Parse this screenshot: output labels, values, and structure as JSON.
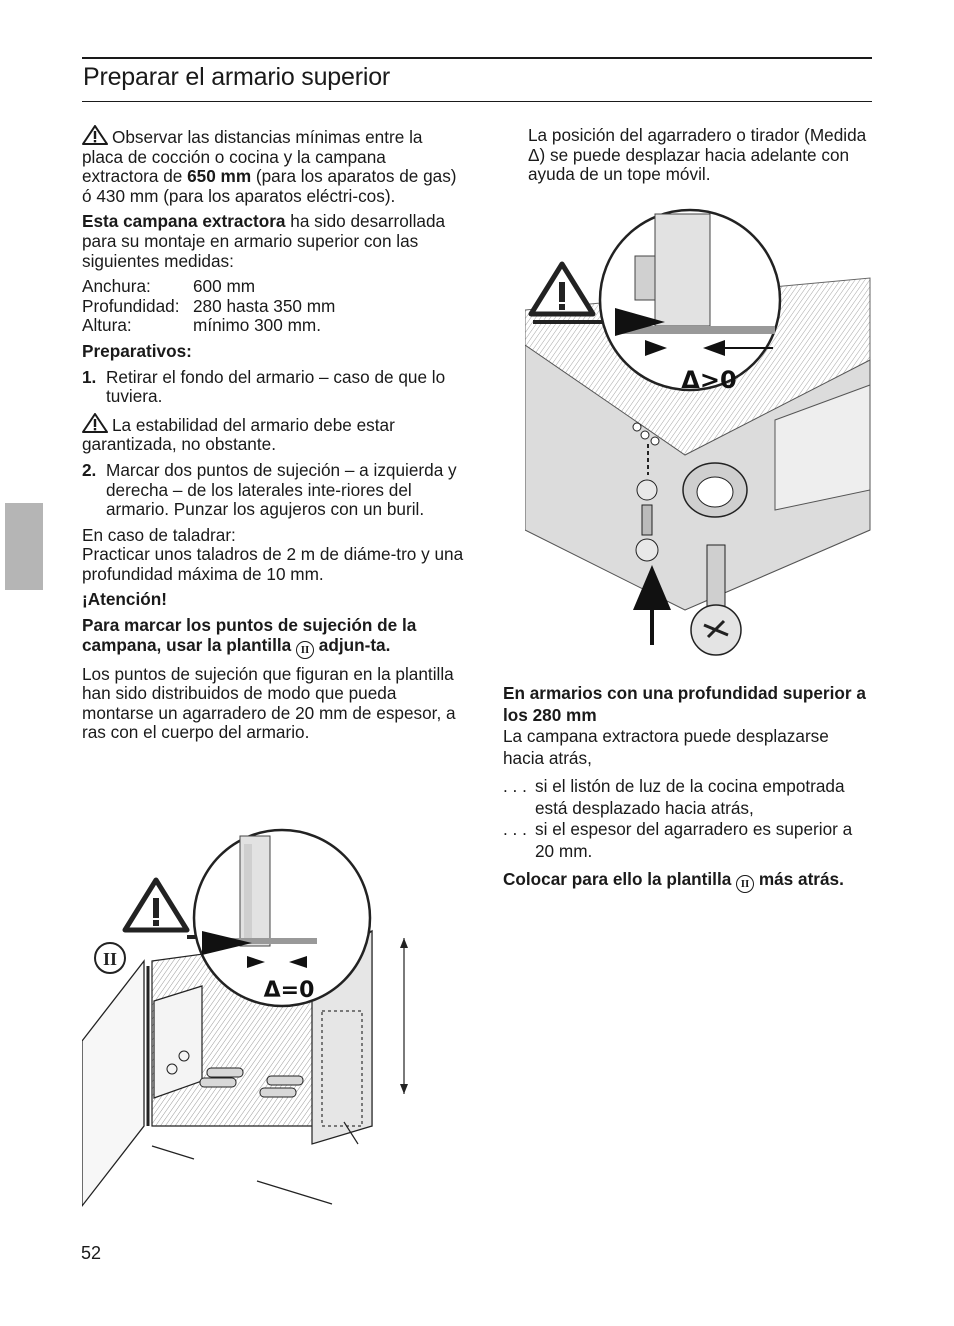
{
  "header": {
    "title": "Preparar el armario superior"
  },
  "left": {
    "warning_text": "Observar las distancias mínimas entre la placa de cocción o cocina y la campana extractora de ",
    "warning_bold": "650 mm",
    "warning_rest": " (para los aparatos de gas) ó 430 mm (para los aparatos eléctri-cos).",
    "intro_bold": "Esta campana extractora",
    "intro_rest": " ha sido desarrollada para su montaje en armario superior con las siguientes medidas:",
    "dims": [
      {
        "k": "Anchura:",
        "v": "600 mm"
      },
      {
        "k": "Profundidad:",
        "v": "280 hasta 350 mm"
      },
      {
        "k": "Altura:",
        "v": "mínimo 300 mm."
      }
    ],
    "prep_heading": "Preparativos:",
    "step1_num": "1.",
    "step1": "Retirar el fondo del armario – caso de que lo tuviera.",
    "stability": "La estabilidad del armario debe estar garantizada, no obstante.",
    "step2_num": "2.",
    "step2": "Marcar dos puntos de sujeción – a izquierda y derecha – de los laterales inte-riores del armario. Punzar los agujeros con un buril.",
    "drill_head": "En caso de taladrar:",
    "drill_text": "Practicar unos taladros de 2 m de diáme-tro y una profundidad máxima de 10 mm.",
    "attention": "¡Atención!",
    "attention_bold_a": "Para marcar los puntos de sujeción de la campana, usar la plantilla ",
    "template_symbol": "II",
    "attention_bold_b": " adjun-ta.",
    "template_text": "Los puntos de sujeción que figuran en la plantilla han sido distribuidos de modo que pueda montarse un agarradero de 20 mm de espesor, a ras con el cuerpo del armario.",
    "figure_label": "Δ=0",
    "figure_marker": "II"
  },
  "right": {
    "intro": "La posición del agarradero o tirador (Medida Δ) se puede desplazar hacia adelante con ayuda de un tope móvil.",
    "figure_label": "Δ>0",
    "heading": "En armarios con una profundidad superior a los 280 mm",
    "body": "La campana extractora puede desplazarse hacia atrás,",
    "bullets": [
      {
        "dots": ". . .",
        "text": "si el listón de luz de la cocina empotrada está desplazado hacia atrás,"
      },
      {
        "dots": ". . .",
        "text": "si el espesor del agarradero es superior a 20 mm."
      }
    ],
    "final_a": "Colocar para ello la plantilla ",
    "final_symbol": "II",
    "final_b": " más atrás."
  },
  "footer": {
    "page_number": "52"
  }
}
